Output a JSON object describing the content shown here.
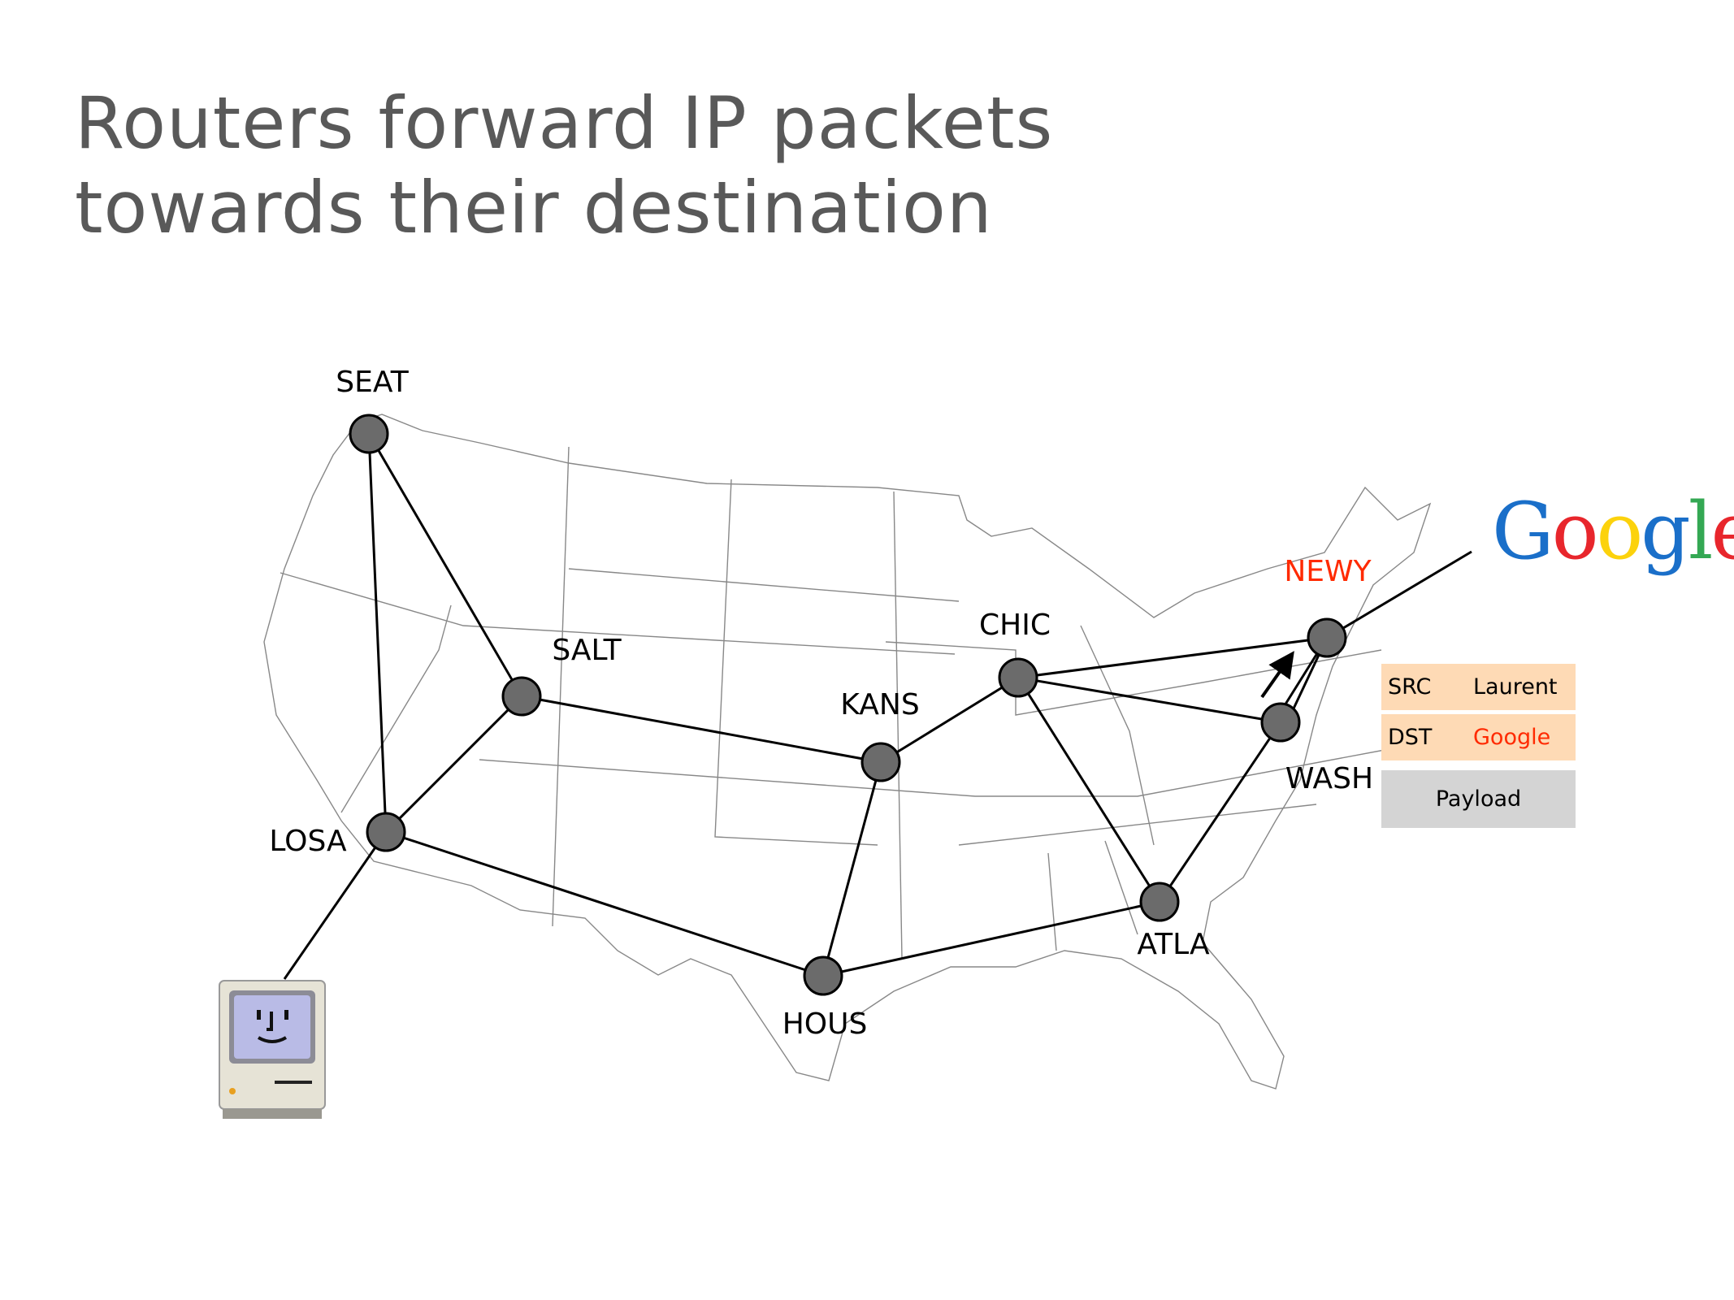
{
  "title": {
    "line1": "Routers forward IP packets",
    "line2": "towards their destination"
  },
  "routers": [
    {
      "id": "SEAT",
      "label": "SEAT",
      "highlight": false
    },
    {
      "id": "SALT",
      "label": "SALT",
      "highlight": false
    },
    {
      "id": "LOSA",
      "label": "LOSA",
      "highlight": false
    },
    {
      "id": "KANS",
      "label": "KANS",
      "highlight": false
    },
    {
      "id": "CHIC",
      "label": "CHIC",
      "highlight": false
    },
    {
      "id": "NEWY",
      "label": "NEWY",
      "highlight": true
    },
    {
      "id": "WASH",
      "label": "WASH",
      "highlight": false
    },
    {
      "id": "ATLA",
      "label": "ATLA",
      "highlight": false
    },
    {
      "id": "HOUS",
      "label": "HOUS",
      "highlight": false
    }
  ],
  "links": [
    [
      "SEAT",
      "SALT"
    ],
    [
      "SEAT",
      "LOSA"
    ],
    [
      "SALT",
      "LOSA"
    ],
    [
      "SALT",
      "KANS"
    ],
    [
      "LOSA",
      "HOUS"
    ],
    [
      "KANS",
      "HOUS"
    ],
    [
      "KANS",
      "CHIC"
    ],
    [
      "CHIC",
      "NEWY"
    ],
    [
      "CHIC",
      "WASH"
    ],
    [
      "CHIC",
      "ATLA"
    ],
    [
      "HOUS",
      "ATLA"
    ],
    [
      "ATLA",
      "WASH"
    ],
    [
      "WASH",
      "NEWY"
    ]
  ],
  "destination": {
    "name": "Google",
    "tm": "™",
    "colors": [
      "#1a6fc9",
      "#e8262c",
      "#fcd20c",
      "#1a6fc9",
      "#34a853",
      "#e8262c"
    ]
  },
  "packet": {
    "src_key": "SRC",
    "src_value": "Laurent",
    "dst_key": "DST",
    "dst_value": "Google",
    "payload": "Payload"
  },
  "colors": {
    "node": "#6b6b6b",
    "highlight": "#ff2a00",
    "header_bg": "#fedab5",
    "payload_bg": "#d4d4d4"
  }
}
